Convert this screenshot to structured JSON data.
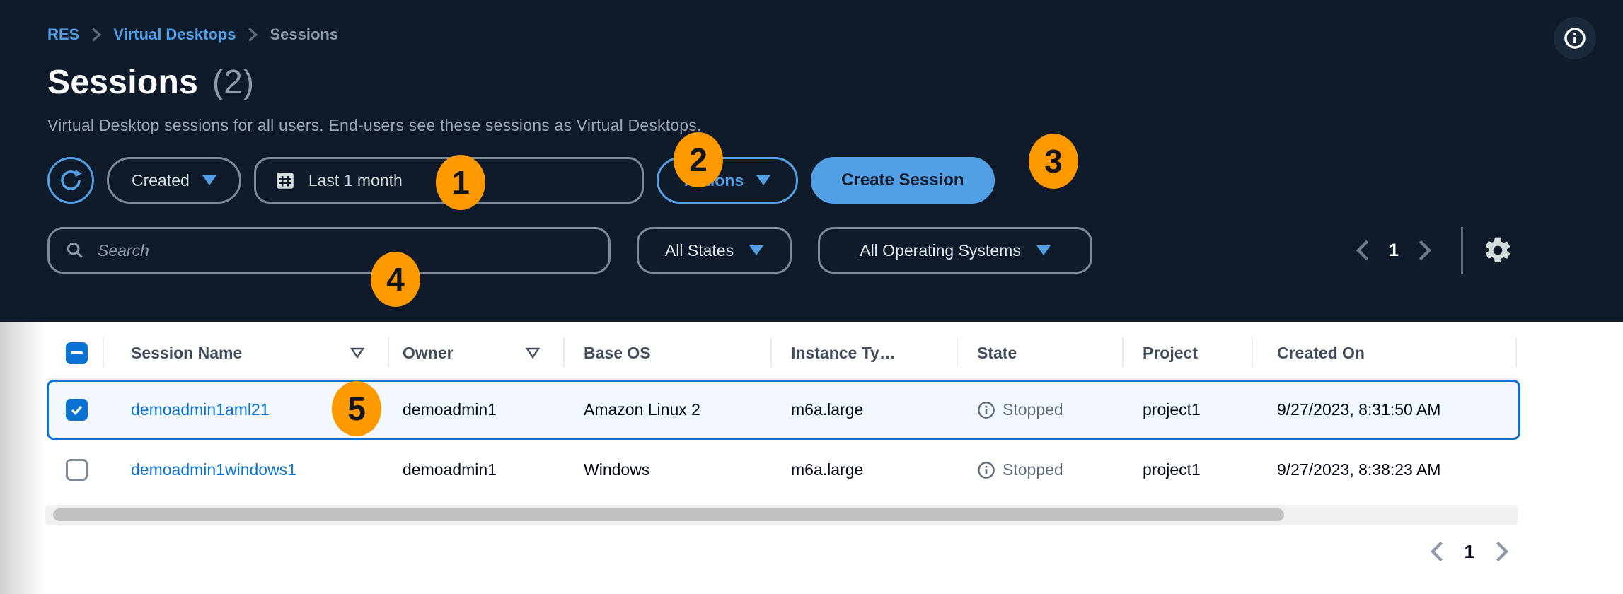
{
  "breadcrumb": {
    "items": [
      {
        "label": "RES"
      },
      {
        "label": "Virtual Desktops"
      },
      {
        "label": "Sessions"
      }
    ]
  },
  "header": {
    "title": "Sessions",
    "count": "(2)",
    "description": "Virtual Desktop sessions for all users. End-users see these sessions as Virtual Desktops."
  },
  "toolbar": {
    "created_label": "Created",
    "date_range_value": "Last 1 month",
    "actions_label": "Actions",
    "create_session_label": "Create Session"
  },
  "filters": {
    "search_placeholder": "Search",
    "state_filter_value": "All States",
    "os_filter_value": "All Operating Systems"
  },
  "pagination_top": {
    "page": "1"
  },
  "pagination_bottom": {
    "page": "1"
  },
  "table": {
    "select_all_state": "indeterminate",
    "columns": [
      {
        "label": "Session Name",
        "sortable": true
      },
      {
        "label": "Owner",
        "sortable": true
      },
      {
        "label": "Base OS",
        "sortable": false
      },
      {
        "label": "Instance Ty…",
        "sortable": false
      },
      {
        "label": "State",
        "sortable": false
      },
      {
        "label": "Project",
        "sortable": false
      },
      {
        "label": "Created On",
        "sortable": false
      }
    ],
    "rows": [
      {
        "selected": true,
        "session_name": "demoadmin1aml21",
        "owner": "demoadmin1",
        "base_os": "Amazon Linux 2",
        "instance_type": "m6a.large",
        "state": "Stopped",
        "project": "project1",
        "created_on": "9/27/2023, 8:31:50 AM"
      },
      {
        "selected": false,
        "session_name": "demoadmin1windows1",
        "owner": "demoadmin1",
        "base_os": "Windows",
        "instance_type": "m6a.large",
        "state": "Stopped",
        "project": "project1",
        "created_on": "9/27/2023, 8:38:23 AM"
      }
    ]
  },
  "callouts": {
    "labels": [
      "1",
      "2",
      "3",
      "4",
      "5"
    ]
  },
  "icons": [
    "info-circle-icon",
    "refresh-icon",
    "calendar-icon",
    "dropdown-caret-icon",
    "search-icon",
    "chevron-left-icon",
    "chevron-right-icon",
    "gear-icon",
    "sort-caret-icon",
    "status-info-icon",
    "checkbox-icons",
    "breadcrumb-separator-icon"
  ],
  "colors": {
    "background_dark": "#0f1b2a",
    "accent_blue": "#539fe5",
    "link_blue": "#0972d3",
    "badge_orange": "#ff9900",
    "table_header_text": "#414d5c",
    "muted_gray": "#8d99a8",
    "status_gray": "#5f6b7a",
    "selected_row_bg": "#f2f8fd",
    "divider_gray": "#e9ebed"
  }
}
